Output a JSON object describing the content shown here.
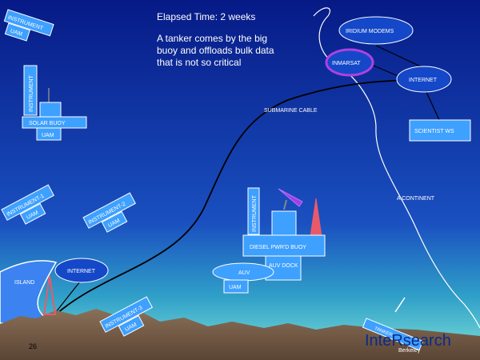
{
  "slide": {
    "elapsed": "Elapsed Time:  2 weeks",
    "narrative": [
      "A tanker comes by the big",
      "buoy and offloads bulk data",
      "that is not so critical"
    ],
    "page_number": "26"
  },
  "labels": {
    "instrument": "INSTRUMENT",
    "instrument_1": "INSTRUMENT-1",
    "instrument_2": "INSTRUMENT-2",
    "instrument_3": "INSTRUMENT-3",
    "uam": "UAM",
    "solar_buoy": "SOLAR BUOY",
    "diesel_buoy": "DIESEL PWR'D BUOY",
    "auv_dock": "AUV DOCK",
    "auv": "AUV",
    "island": "ISLAND",
    "internet": "INTERNET",
    "internet_shore": "INTERNET",
    "iridium": "IRIDIUM MODEMS",
    "inmarsat": "INMARSAT",
    "scientist": "SCIENTIST  WS",
    "submarine_cable": "SUBMARINE CABLE",
    "continent": "A CONTINENT",
    "tanker": "TANKER"
  },
  "branding": {
    "logo_text": "InteRsearch",
    "logo_sub": "Berkeley"
  },
  "colors": {
    "sky_top": "#0a1f8a",
    "sky_bottom": "#1c52c2",
    "box": "#3ea0ff",
    "ellipse": "#1448c8",
    "inmarsat": "#a020c8",
    "land": "#7a6048",
    "island": "#3c82f0",
    "tower": "#e85a6a",
    "dish": "#a040e0"
  }
}
